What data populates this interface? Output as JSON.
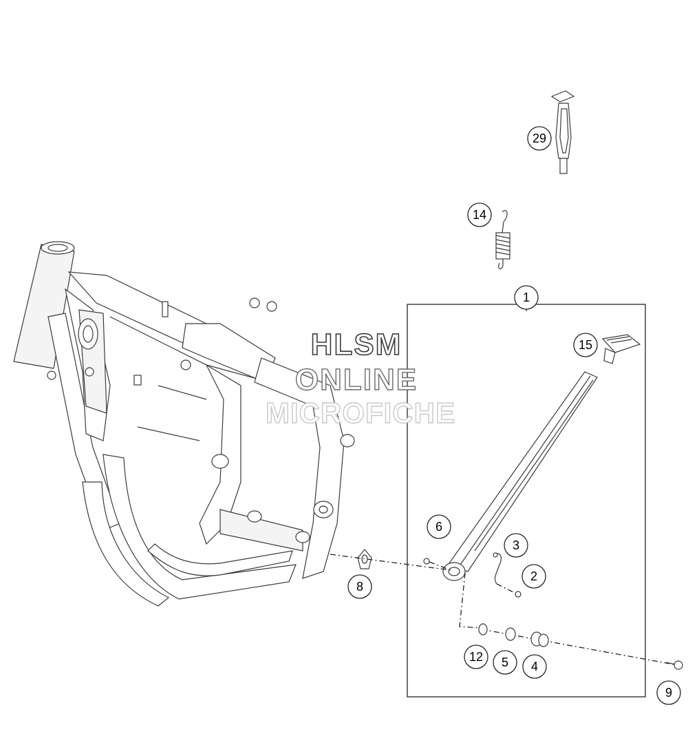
{
  "watermark": {
    "line1": "HLSM",
    "line2": "ONLINE",
    "line3": "MICROFICHE"
  },
  "callouts": [
    {
      "id": "c29",
      "label": "29"
    },
    {
      "id": "c14",
      "label": "14"
    },
    {
      "id": "c1",
      "label": "1"
    },
    {
      "id": "c15",
      "label": "15"
    },
    {
      "id": "c6",
      "label": "6"
    },
    {
      "id": "c3",
      "label": "3"
    },
    {
      "id": "c2",
      "label": "2"
    },
    {
      "id": "c8",
      "label": "8"
    },
    {
      "id": "c12",
      "label": "12"
    },
    {
      "id": "c5",
      "label": "5"
    },
    {
      "id": "c4",
      "label": "4"
    },
    {
      "id": "c9",
      "label": "9"
    }
  ],
  "parts": [
    {
      "callout": "29",
      "name": "tool"
    },
    {
      "callout": "14",
      "name": "spring"
    },
    {
      "callout": "1",
      "name": "side-stand-assembly"
    },
    {
      "callout": "15",
      "name": "stand-foot"
    },
    {
      "callout": "6",
      "name": "screw"
    },
    {
      "callout": "3",
      "name": "spring-hook"
    },
    {
      "callout": "2",
      "name": "screw"
    },
    {
      "callout": "8",
      "name": "nut"
    },
    {
      "callout": "12",
      "name": "o-ring"
    },
    {
      "callout": "5",
      "name": "washer"
    },
    {
      "callout": "4",
      "name": "bushing"
    },
    {
      "callout": "9",
      "name": "bolt"
    }
  ],
  "colors": {
    "line": "#3a3a3a",
    "background": "#ffffff",
    "watermark_outline": "#3a3a3a"
  }
}
